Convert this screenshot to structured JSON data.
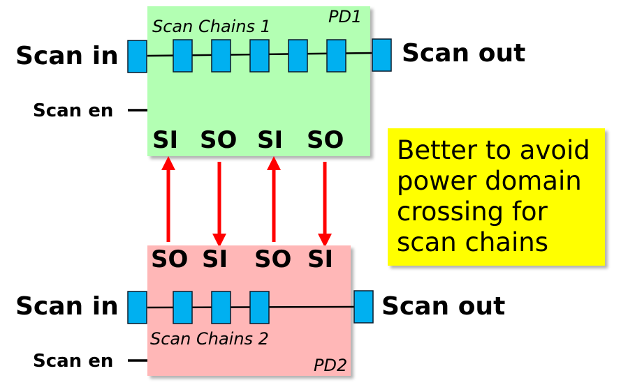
{
  "pd1": {
    "name": "PD1",
    "chain_label": "Scan Chains 1",
    "color": "#b3ffb3",
    "scan_in": "Scan in",
    "scan_out": "Scan out",
    "scan_en": "Scan en",
    "ports": [
      "SI",
      "SO",
      "SI",
      "SO"
    ]
  },
  "pd2": {
    "name": "PD2",
    "chain_label": "Scan Chains 2",
    "color": "#ffb7b7",
    "scan_in": "Scan in",
    "scan_out": "Scan out",
    "scan_en": "Scan en",
    "ports": [
      "SO",
      "SI",
      "SO",
      "SI"
    ]
  },
  "note": {
    "lines": [
      "Better to avoid",
      "power domain",
      "crossing for",
      "scan chains"
    ],
    "color": "#ffff00"
  },
  "arrow_color": "#ff0000"
}
